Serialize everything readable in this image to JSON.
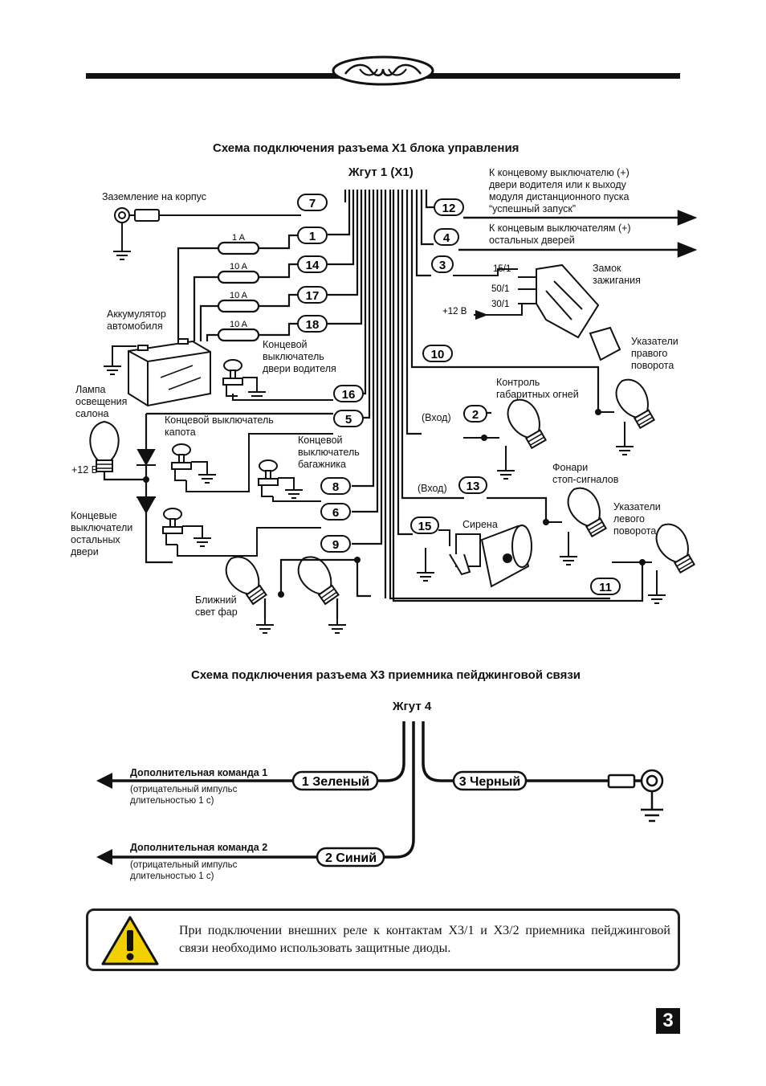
{
  "diagram1": {
    "title": "Схема подключения разъема X1 блока управления",
    "harness_label": "Жгут 1 (X1)",
    "pins": [
      "7",
      "1",
      "14",
      "17",
      "18",
      "16",
      "5",
      "8",
      "6",
      "9",
      "12",
      "4",
      "3",
      "10",
      "2",
      "13",
      "15",
      "11"
    ],
    "fuse_labels": [
      "1 A",
      "10 A",
      "10 A",
      "10 A"
    ],
    "labels": {
      "ground": "Заземление на корпус",
      "battery": "Аккумулятор\nавтомобиля",
      "driver_door": "Концевой\nвыключатель\nдвери водителя",
      "cabin_lamp": "Лампа\nосвещения\nсалона",
      "hood_switch": "Концевой выключатель\nкапота",
      "trunk_switch": "Концевой\nвыключатель\nбагажника",
      "other_doors": "Концевые\nвыключатели\nостальных\nдвери",
      "plus12_left": "+12 В",
      "low_beam": "Ближний\nсвет фар",
      "driver_door_out": "К концевому выключателю (+)\nдвери водителя или к выходу\nмодуля дистанционного пуска\n“успешный запуск”",
      "other_doors_out": "К концевым выключателям (+)\nостальных дверей",
      "ignition": "Замок\nзажигания",
      "ign_15": "15/1",
      "ign_50": "50/1",
      "ign_30": "30/1",
      "plus12_right": "+12 В",
      "right_turn": "Указатели\nправого\nповорота",
      "parking": "Контроль\nгабаритных огней",
      "input1": "(Вход)",
      "input2": "(Вход)",
      "brake": "Фонари\nстоп-сигналов",
      "left_turn": "Указатели\nлевого\nповорота",
      "siren": "Сирена"
    }
  },
  "diagram2": {
    "title": "Схема подключения разъема X3 приемника  пейджинговой связи",
    "harness_label": "Жгут 4",
    "wires": [
      "1 Зеленый",
      "2 Синий",
      "3 Черный"
    ],
    "cmd1_title": "Дополнительная команда 1",
    "cmd1_desc": "(отрицательный импульс\nдлительностью 1 с)",
    "cmd2_title": "Дополнительная команда 2",
    "cmd2_desc": "(отрицательный импульс\nдлительностью 1 с)"
  },
  "warning": {
    "text": "При подключении внешних реле к контактам X3/1 и X3/2 приемника пейджинговой связи необходимо использовать защитные диоды.",
    "icon": "warning-icon",
    "icon_color": "#f2d000"
  },
  "page_number": "3"
}
